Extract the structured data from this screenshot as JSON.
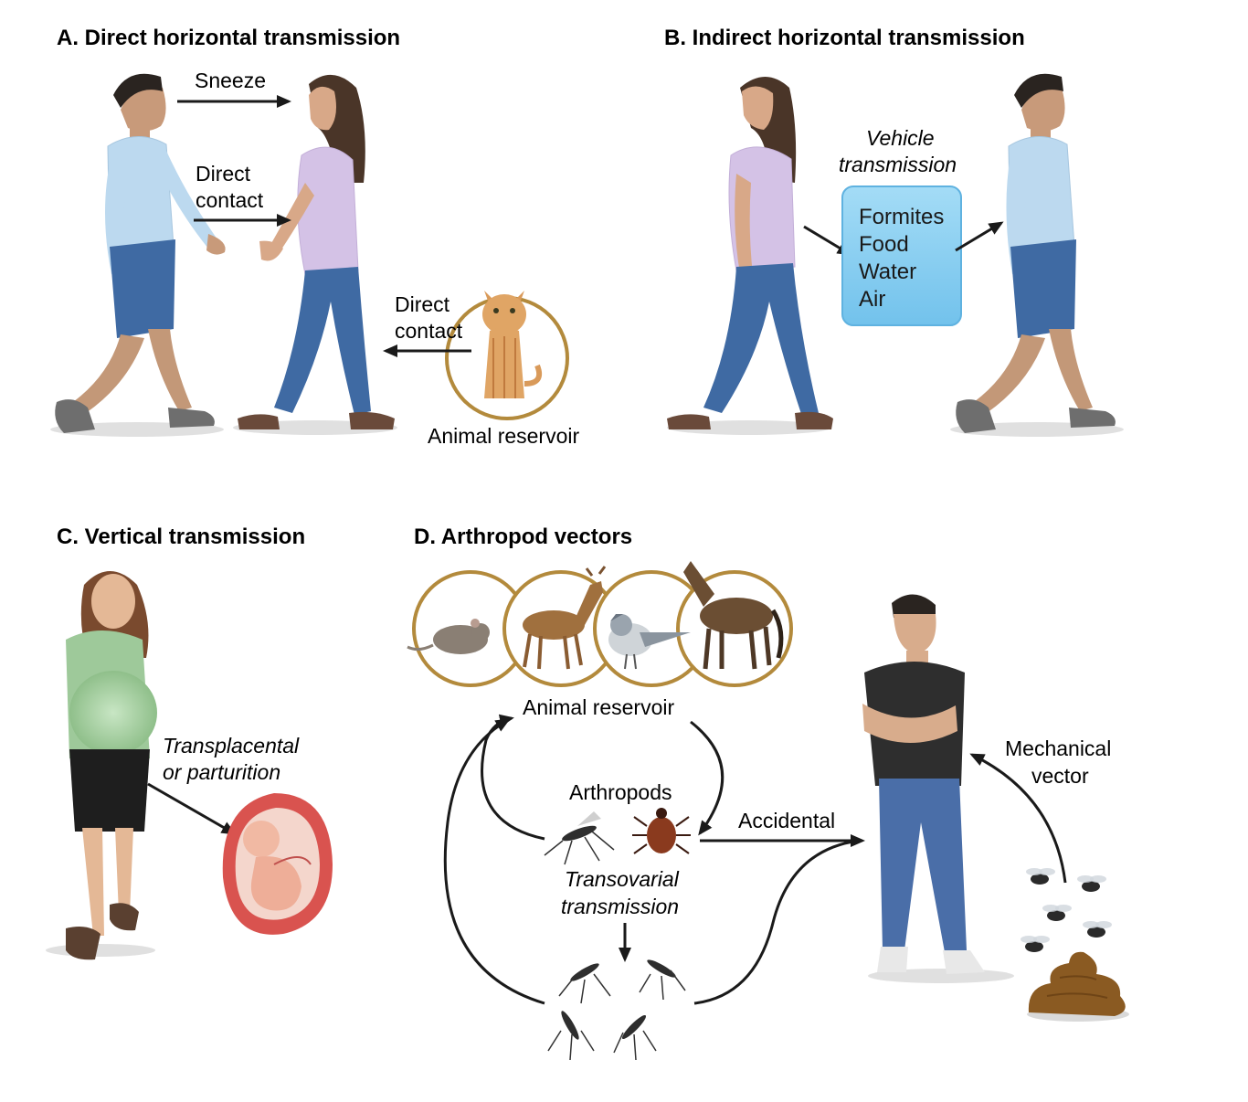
{
  "panels": {
    "a": {
      "title": "A. Direct horizontal transmission",
      "sneeze": "Sneeze",
      "direct_contact_line1": "Direct",
      "direct_contact_line2": "contact",
      "animal_contact_line1": "Direct",
      "animal_contact_line2": "contact",
      "animal_reservoir": "Animal reservoir"
    },
    "b": {
      "title": "B. Indirect horizontal transmission",
      "vehicle_line1": "Vehicle",
      "vehicle_line2": "transmission",
      "vehicles": [
        "Formites",
        "Food",
        "Water",
        "Air"
      ]
    },
    "c": {
      "title": "C. Vertical transmission",
      "route_line1": "Transplacental",
      "route_line2": "or parturition"
    },
    "d": {
      "title": "D. Arthropod vectors",
      "animal_reservoir": "Animal reservoir",
      "arthropods": "Arthropods",
      "accidental": "Accidental",
      "transovarial_line1": "Transovarial",
      "transovarial_line2": "transmission",
      "mechanical_line1": "Mechanical",
      "mechanical_line2": "vector"
    }
  },
  "icons": [
    "man-figure-icon",
    "woman-figure-icon",
    "cat-icon",
    "pregnant-woman-icon",
    "fetus-icon",
    "mouse-icon",
    "deer-icon",
    "bird-icon",
    "horse-icon",
    "mosquito-icon",
    "tick-icon",
    "fly-icon",
    "feces-icon"
  ],
  "colors": {
    "arrow": "#1a1a1a",
    "reservoir_ring": "#b38a3c",
    "vehicle_box": "#8ed2f3",
    "man_shirt": "#bcd9ef",
    "woman_shirt": "#d4c2e6",
    "jeans": "#3f6aa3",
    "pregnant_shirt": "#9ec99a",
    "uterus": "#d9534f"
  }
}
